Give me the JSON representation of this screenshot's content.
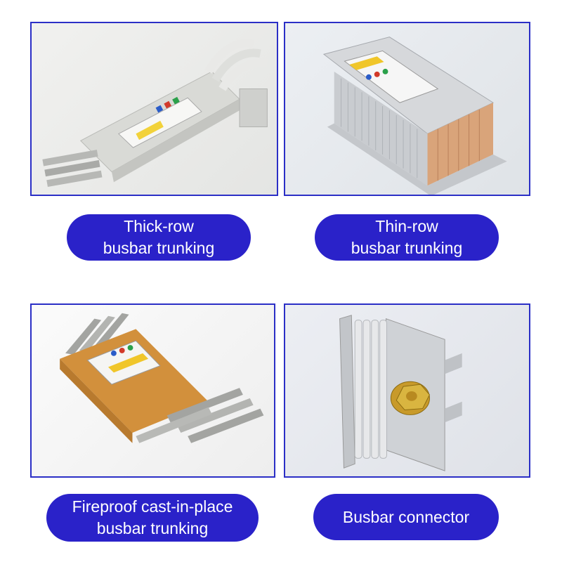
{
  "products": [
    {
      "label_line1": "Thick-row",
      "label_line2": "busbar trunking"
    },
    {
      "label_line1": "Thin-row",
      "label_line2": "busbar trunking"
    },
    {
      "label_line1": "Fireproof cast-in-place",
      "label_line2": "busbar trunking"
    },
    {
      "label_line1": "Busbar connector",
      "label_line2": ""
    }
  ],
  "colors": {
    "frame_border": "#2b2fc6",
    "pill_background": "#2a22c9",
    "pill_text": "#ffffff"
  }
}
